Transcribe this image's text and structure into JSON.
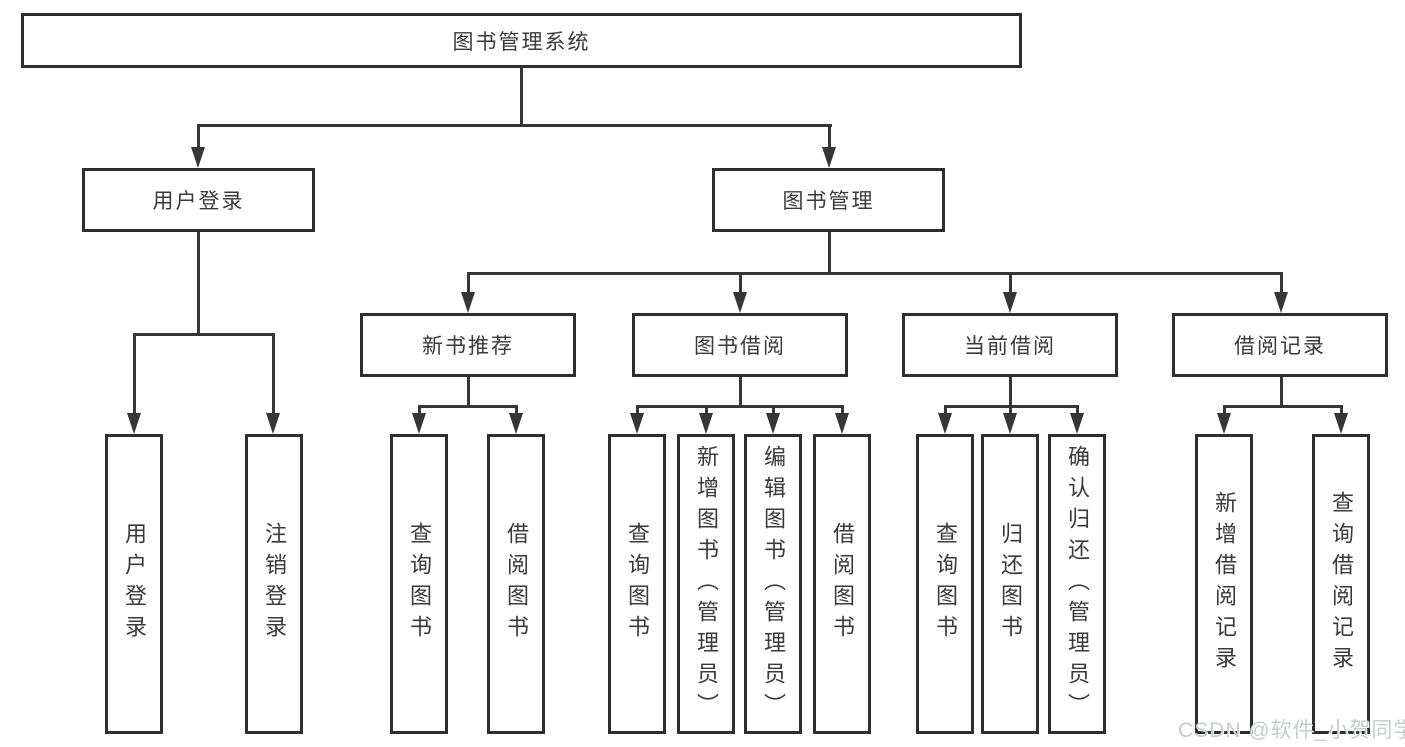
{
  "tree": {
    "root": {
      "label": "图书管理系统",
      "children": [
        {
          "label": "用户登录",
          "children": [
            {
              "label": "用户登录"
            },
            {
              "label": "注销登录"
            }
          ]
        },
        {
          "label": "图书管理",
          "children": [
            {
              "label": "新书推荐",
              "children": [
                {
                  "label": "查询图书"
                },
                {
                  "label": "借阅图书"
                }
              ]
            },
            {
              "label": "图书借阅",
              "children": [
                {
                  "label": "查询图书"
                },
                {
                  "label": "新增图书（管理员）"
                },
                {
                  "label": "编辑图书（管理员）"
                },
                {
                  "label": "借阅图书"
                }
              ]
            },
            {
              "label": "当前借阅",
              "children": [
                {
                  "label": "查询图书"
                },
                {
                  "label": "归还图书"
                },
                {
                  "label": "确认归还（管理员）"
                }
              ]
            },
            {
              "label": "借阅记录",
              "children": [
                {
                  "label": "新增借阅记录"
                },
                {
                  "label": "查询借阅记录"
                }
              ]
            }
          ]
        }
      ]
    },
    "colors": {
      "line": "#363636",
      "box_border": "#2e2e2e",
      "text": "#3a3a3a",
      "watermark": "#c7cad0",
      "background": "#ffffff"
    }
  },
  "watermark": "CSDN @软件_小贺同学"
}
